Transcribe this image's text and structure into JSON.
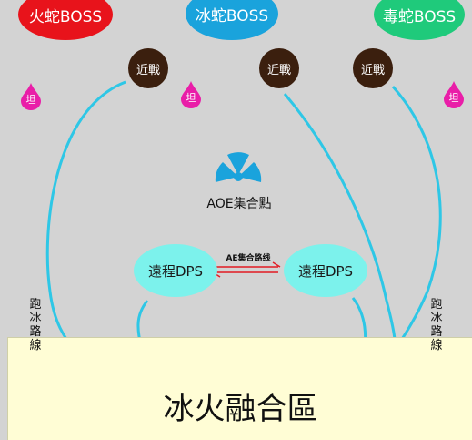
{
  "bosses": {
    "fire": {
      "label": "火蛇BOSS",
      "color": "#e8131b"
    },
    "ice": {
      "label": "冰蛇BOSS",
      "color": "#1aa3dc"
    },
    "poison": {
      "label": "毒蛇BOSS",
      "color": "#1fca7b"
    }
  },
  "melee": {
    "label": "近戰",
    "color": "#3b1f0e"
  },
  "tank": {
    "label": "坦",
    "color": "#e91ea8"
  },
  "aoe": {
    "label": "AOE集合點",
    "icon": "radiation-icon",
    "color": "#1aa3dc"
  },
  "ranged": {
    "label": "遠程DPS",
    "color": "#7cf2ec"
  },
  "ae_route": {
    "label": "AE集合路线",
    "color": "#e21b23"
  },
  "run_route": {
    "label": "跑冰路線"
  },
  "merge_zone": {
    "label": "冰火融合區",
    "color": "#fffdd5"
  },
  "arrow_color": "#2ec7e6"
}
